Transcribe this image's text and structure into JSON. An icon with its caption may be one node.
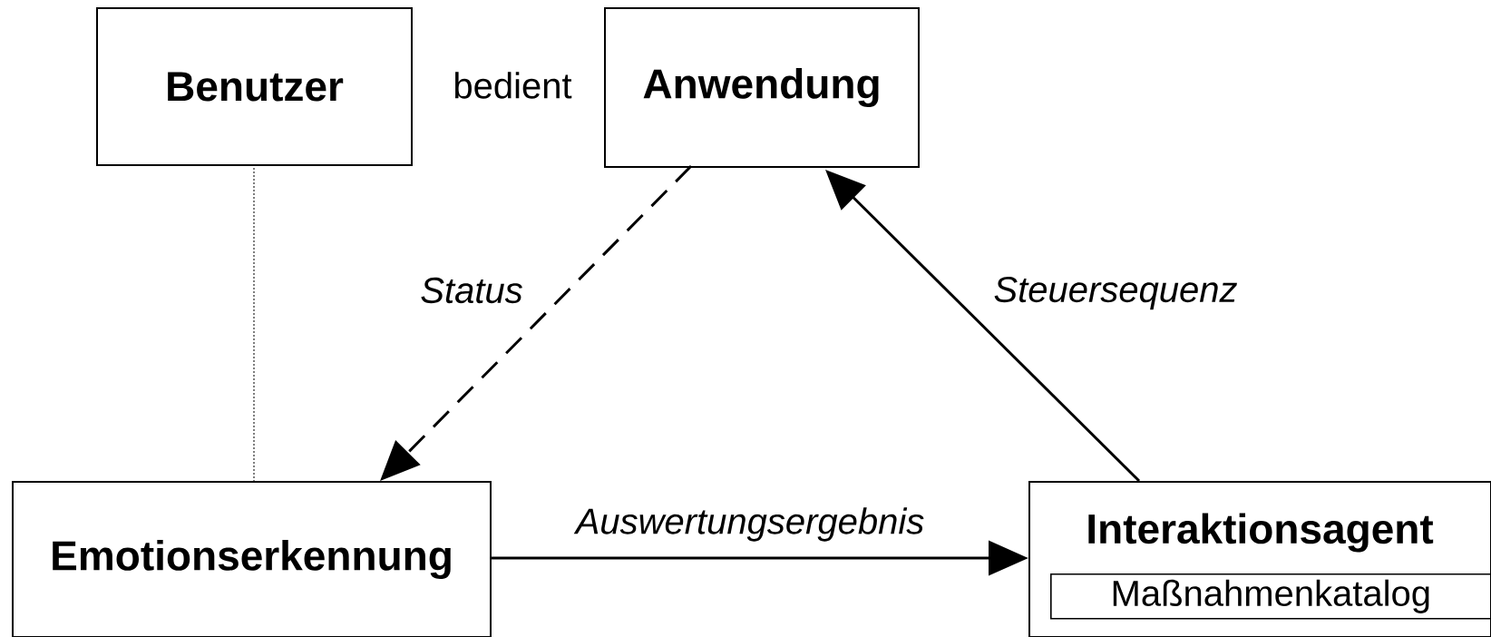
{
  "diagram": {
    "nodes": [
      {
        "text": [
          "Benutzer"
        ]
      },
      {
        "text": [
          "Anwendung"
        ]
      },
      {
        "text": [
          "Emotionserkennung"
        ]
      },
      {
        "text": [
          "Interaktionsagent"
        ]
      },
      {
        "text": [
          "Maßnahmenkatalog"
        ],
        "in": 3
      }
    ],
    "edges": [
      {
        "from": 0,
        "to": 2,
        "arrow": "none",
        "style": "dashed"
      },
      {
        "from": 1,
        "to": 2,
        "arrow": "to",
        "style": "dashed",
        "label": "Status"
      },
      {
        "from": 3,
        "to": 1,
        "arrow": "to",
        "label": "Steuersequenz"
      },
      {
        "from": 2,
        "to": 3,
        "arrow": "to",
        "label": "Auswertungsergebnis"
      }
    ],
    "labels": [
      "bedient"
    ]
  }
}
